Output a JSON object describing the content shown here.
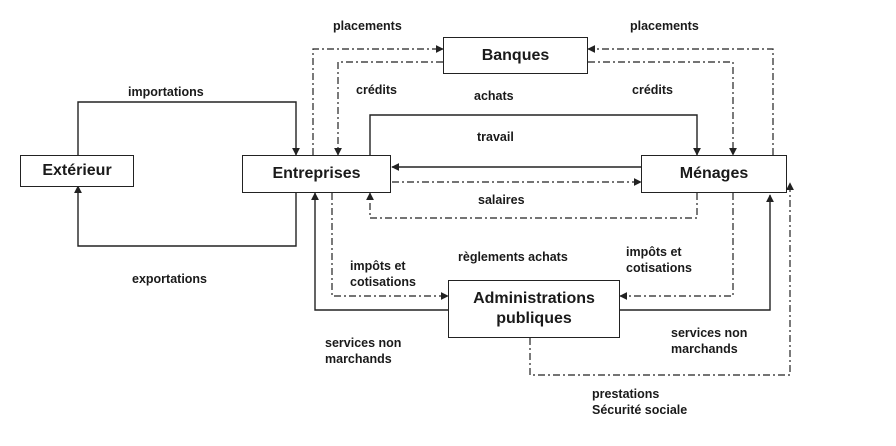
{
  "nodes": {
    "exterieur": "Extérieur",
    "entreprises": "Entreprises",
    "banques": "Banques",
    "menages": "Ménages",
    "administrations_line1": "Administrations",
    "administrations_line2": "publiques"
  },
  "flows": {
    "placements_left": "placements",
    "placements_right": "placements",
    "credits_left": "crédits",
    "credits_right": "crédits",
    "importations": "importations",
    "exportations": "exportations",
    "achats": "achats",
    "travail": "travail",
    "salaires": "salaires",
    "reglements_achats": "règlements achats",
    "impots_left_line1": "impôts et",
    "impots_left_line2": "cotisations",
    "impots_right_line1": "impôts et",
    "impots_right_line2": "cotisations",
    "services_left_line1": "services non",
    "services_left_line2": "marchands",
    "services_right_line1": "services non",
    "services_right_line2": "marchands",
    "prestations_line1": "prestations",
    "prestations_line2": "Sécurité sociale"
  }
}
